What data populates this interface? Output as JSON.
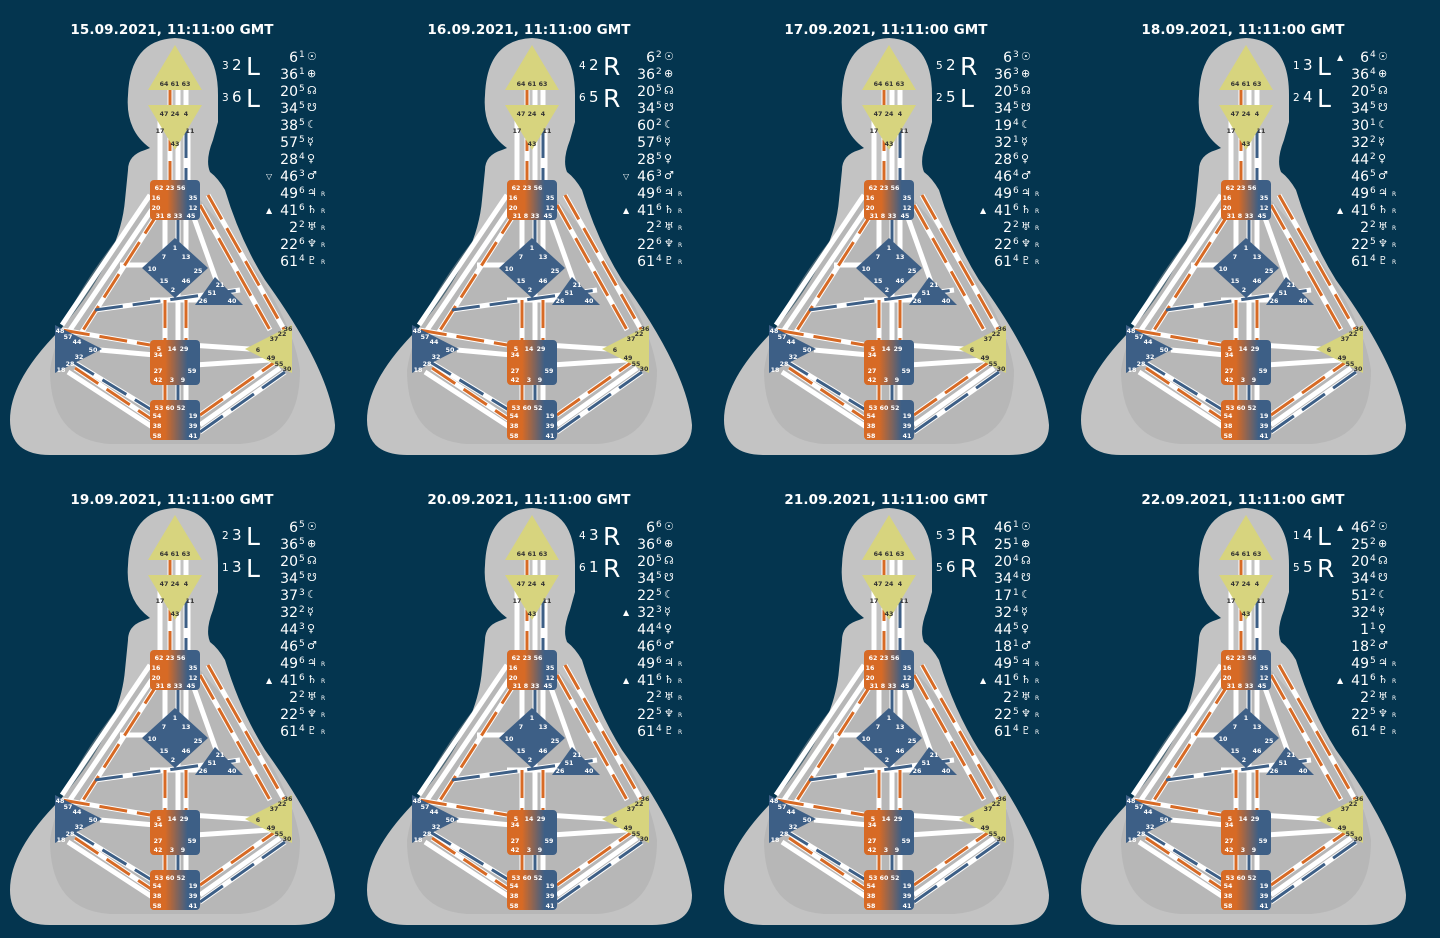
{
  "charts": [
    {
      "date": "15.09.2021, 11:11:00 GMT",
      "arrows": [
        {
          "small": "3",
          "line": "2",
          "dir": "L"
        },
        {
          "small": "3",
          "line": "6",
          "dir": "L"
        }
      ],
      "planets": [
        {
          "mark": "",
          "gate": "6",
          "line": "1",
          "sym": "☉",
          "retro": ""
        },
        {
          "mark": "",
          "gate": "36",
          "line": "1",
          "sym": "⊕",
          "retro": ""
        },
        {
          "mark": "",
          "gate": "20",
          "line": "5",
          "sym": "☊",
          "retro": ""
        },
        {
          "mark": "",
          "gate": "34",
          "line": "5",
          "sym": "☋",
          "retro": ""
        },
        {
          "mark": "",
          "gate": "38",
          "line": "5",
          "sym": "☾",
          "retro": ""
        },
        {
          "mark": "",
          "gate": "57",
          "line": "5",
          "sym": "☿",
          "retro": ""
        },
        {
          "mark": "",
          "gate": "28",
          "line": "4",
          "sym": "♀",
          "retro": ""
        },
        {
          "mark": "▽",
          "gate": "46",
          "line": "3",
          "sym": "♂",
          "retro": ""
        },
        {
          "mark": "",
          "gate": "49",
          "line": "6",
          "sym": "♃",
          "retro": "R"
        },
        {
          "mark": "▲",
          "gate": "41",
          "line": "6",
          "sym": "♄",
          "retro": "R"
        },
        {
          "mark": "",
          "gate": "2",
          "line": "2",
          "sym": "♅",
          "retro": "R"
        },
        {
          "mark": "",
          "gate": "22",
          "line": "6",
          "sym": "♆",
          "retro": "R"
        },
        {
          "mark": "",
          "gate": "61",
          "line": "4",
          "sym": "♇",
          "retro": "R"
        }
      ]
    },
    {
      "date": "16.09.2021, 11:11:00 GMT",
      "arrows": [
        {
          "small": "4",
          "line": "2",
          "dir": "R"
        },
        {
          "small": "6",
          "line": "5",
          "dir": "R"
        }
      ],
      "planets": [
        {
          "mark": "",
          "gate": "6",
          "line": "2",
          "sym": "☉",
          "retro": ""
        },
        {
          "mark": "",
          "gate": "36",
          "line": "2",
          "sym": "⊕",
          "retro": ""
        },
        {
          "mark": "",
          "gate": "20",
          "line": "5",
          "sym": "☊",
          "retro": ""
        },
        {
          "mark": "",
          "gate": "34",
          "line": "5",
          "sym": "☋",
          "retro": ""
        },
        {
          "mark": "",
          "gate": "60",
          "line": "2",
          "sym": "☾",
          "retro": ""
        },
        {
          "mark": "",
          "gate": "57",
          "line": "6",
          "sym": "☿",
          "retro": ""
        },
        {
          "mark": "",
          "gate": "28",
          "line": "5",
          "sym": "♀",
          "retro": ""
        },
        {
          "mark": "▽",
          "gate": "46",
          "line": "3",
          "sym": "♂",
          "retro": ""
        },
        {
          "mark": "",
          "gate": "49",
          "line": "6",
          "sym": "♃",
          "retro": "R"
        },
        {
          "mark": "▲",
          "gate": "41",
          "line": "6",
          "sym": "♄",
          "retro": "R"
        },
        {
          "mark": "",
          "gate": "2",
          "line": "2",
          "sym": "♅",
          "retro": "R"
        },
        {
          "mark": "",
          "gate": "22",
          "line": "6",
          "sym": "♆",
          "retro": "R"
        },
        {
          "mark": "",
          "gate": "61",
          "line": "4",
          "sym": "♇",
          "retro": "R"
        }
      ]
    },
    {
      "date": "17.09.2021, 11:11:00 GMT",
      "arrows": [
        {
          "small": "5",
          "line": "2",
          "dir": "R"
        },
        {
          "small": "2",
          "line": "5",
          "dir": "L"
        }
      ],
      "planets": [
        {
          "mark": "",
          "gate": "6",
          "line": "3",
          "sym": "☉",
          "retro": ""
        },
        {
          "mark": "",
          "gate": "36",
          "line": "3",
          "sym": "⊕",
          "retro": ""
        },
        {
          "mark": "",
          "gate": "20",
          "line": "5",
          "sym": "☊",
          "retro": ""
        },
        {
          "mark": "",
          "gate": "34",
          "line": "5",
          "sym": "☋",
          "retro": ""
        },
        {
          "mark": "",
          "gate": "19",
          "line": "4",
          "sym": "☾",
          "retro": ""
        },
        {
          "mark": "",
          "gate": "32",
          "line": "1",
          "sym": "☿",
          "retro": ""
        },
        {
          "mark": "",
          "gate": "28",
          "line": "6",
          "sym": "♀",
          "retro": ""
        },
        {
          "mark": "",
          "gate": "46",
          "line": "4",
          "sym": "♂",
          "retro": ""
        },
        {
          "mark": "",
          "gate": "49",
          "line": "6",
          "sym": "♃",
          "retro": "R"
        },
        {
          "mark": "▲",
          "gate": "41",
          "line": "6",
          "sym": "♄",
          "retro": "R"
        },
        {
          "mark": "",
          "gate": "2",
          "line": "2",
          "sym": "♅",
          "retro": "R"
        },
        {
          "mark": "",
          "gate": "22",
          "line": "6",
          "sym": "♆",
          "retro": "R"
        },
        {
          "mark": "",
          "gate": "61",
          "line": "4",
          "sym": "♇",
          "retro": "R"
        }
      ]
    },
    {
      "date": "18.09.2021, 11:11:00 GMT",
      "arrows": [
        {
          "small": "1",
          "line": "3",
          "dir": "L"
        },
        {
          "small": "2",
          "line": "4",
          "dir": "L"
        }
      ],
      "planets": [
        {
          "mark": "▲",
          "gate": "6",
          "line": "4",
          "sym": "☉",
          "retro": ""
        },
        {
          "mark": "",
          "gate": "36",
          "line": "4",
          "sym": "⊕",
          "retro": ""
        },
        {
          "mark": "",
          "gate": "20",
          "line": "5",
          "sym": "☊",
          "retro": ""
        },
        {
          "mark": "",
          "gate": "34",
          "line": "5",
          "sym": "☋",
          "retro": ""
        },
        {
          "mark": "",
          "gate": "30",
          "line": "1",
          "sym": "☾",
          "retro": ""
        },
        {
          "mark": "",
          "gate": "32",
          "line": "2",
          "sym": "☿",
          "retro": ""
        },
        {
          "mark": "",
          "gate": "44",
          "line": "2",
          "sym": "♀",
          "retro": ""
        },
        {
          "mark": "",
          "gate": "46",
          "line": "5",
          "sym": "♂",
          "retro": ""
        },
        {
          "mark": "",
          "gate": "49",
          "line": "6",
          "sym": "♃",
          "retro": "R"
        },
        {
          "mark": "▲",
          "gate": "41",
          "line": "6",
          "sym": "♄",
          "retro": "R"
        },
        {
          "mark": "",
          "gate": "2",
          "line": "2",
          "sym": "♅",
          "retro": "R"
        },
        {
          "mark": "",
          "gate": "22",
          "line": "5",
          "sym": "♆",
          "retro": "R"
        },
        {
          "mark": "",
          "gate": "61",
          "line": "4",
          "sym": "♇",
          "retro": "R"
        }
      ]
    },
    {
      "date": "19.09.2021, 11:11:00 GMT",
      "arrows": [
        {
          "small": "2",
          "line": "3",
          "dir": "L"
        },
        {
          "small": "1",
          "line": "3",
          "dir": "L"
        }
      ],
      "planets": [
        {
          "mark": "",
          "gate": "6",
          "line": "5",
          "sym": "☉",
          "retro": ""
        },
        {
          "mark": "",
          "gate": "36",
          "line": "5",
          "sym": "⊕",
          "retro": ""
        },
        {
          "mark": "",
          "gate": "20",
          "line": "5",
          "sym": "☊",
          "retro": ""
        },
        {
          "mark": "",
          "gate": "34",
          "line": "5",
          "sym": "☋",
          "retro": ""
        },
        {
          "mark": "",
          "gate": "37",
          "line": "3",
          "sym": "☾",
          "retro": ""
        },
        {
          "mark": "",
          "gate": "32",
          "line": "2",
          "sym": "☿",
          "retro": ""
        },
        {
          "mark": "",
          "gate": "44",
          "line": "3",
          "sym": "♀",
          "retro": ""
        },
        {
          "mark": "",
          "gate": "46",
          "line": "5",
          "sym": "♂",
          "retro": ""
        },
        {
          "mark": "",
          "gate": "49",
          "line": "6",
          "sym": "♃",
          "retro": "R"
        },
        {
          "mark": "▲",
          "gate": "41",
          "line": "6",
          "sym": "♄",
          "retro": "R"
        },
        {
          "mark": "",
          "gate": "2",
          "line": "2",
          "sym": "♅",
          "retro": "R"
        },
        {
          "mark": "",
          "gate": "22",
          "line": "5",
          "sym": "♆",
          "retro": "R"
        },
        {
          "mark": "",
          "gate": "61",
          "line": "4",
          "sym": "♇",
          "retro": "R"
        }
      ]
    },
    {
      "date": "20.09.2021, 11:11:00 GMT",
      "arrows": [
        {
          "small": "4",
          "line": "3",
          "dir": "R"
        },
        {
          "small": "6",
          "line": "1",
          "dir": "R"
        }
      ],
      "planets": [
        {
          "mark": "",
          "gate": "6",
          "line": "6",
          "sym": "☉",
          "retro": ""
        },
        {
          "mark": "",
          "gate": "36",
          "line": "6",
          "sym": "⊕",
          "retro": ""
        },
        {
          "mark": "",
          "gate": "20",
          "line": "5",
          "sym": "☊",
          "retro": ""
        },
        {
          "mark": "",
          "gate": "34",
          "line": "5",
          "sym": "☋",
          "retro": ""
        },
        {
          "mark": "",
          "gate": "22",
          "line": "5",
          "sym": "☾",
          "retro": ""
        },
        {
          "mark": "▲",
          "gate": "32",
          "line": "3",
          "sym": "☿",
          "retro": ""
        },
        {
          "mark": "",
          "gate": "44",
          "line": "4",
          "sym": "♀",
          "retro": ""
        },
        {
          "mark": "",
          "gate": "46",
          "line": "6",
          "sym": "♂",
          "retro": ""
        },
        {
          "mark": "",
          "gate": "49",
          "line": "6",
          "sym": "♃",
          "retro": "R"
        },
        {
          "mark": "▲",
          "gate": "41",
          "line": "6",
          "sym": "♄",
          "retro": "R"
        },
        {
          "mark": "",
          "gate": "2",
          "line": "2",
          "sym": "♅",
          "retro": "R"
        },
        {
          "mark": "",
          "gate": "22",
          "line": "5",
          "sym": "♆",
          "retro": "R"
        },
        {
          "mark": "",
          "gate": "61",
          "line": "4",
          "sym": "♇",
          "retro": "R"
        }
      ]
    },
    {
      "date": "21.09.2021, 11:11:00 GMT",
      "arrows": [
        {
          "small": "5",
          "line": "3",
          "dir": "R"
        },
        {
          "small": "5",
          "line": "6",
          "dir": "R"
        }
      ],
      "planets": [
        {
          "mark": "",
          "gate": "46",
          "line": "1",
          "sym": "☉",
          "retro": ""
        },
        {
          "mark": "",
          "gate": "25",
          "line": "1",
          "sym": "⊕",
          "retro": ""
        },
        {
          "mark": "",
          "gate": "20",
          "line": "4",
          "sym": "☊",
          "retro": ""
        },
        {
          "mark": "",
          "gate": "34",
          "line": "4",
          "sym": "☋",
          "retro": ""
        },
        {
          "mark": "",
          "gate": "17",
          "line": "1",
          "sym": "☾",
          "retro": ""
        },
        {
          "mark": "",
          "gate": "32",
          "line": "4",
          "sym": "☿",
          "retro": ""
        },
        {
          "mark": "",
          "gate": "44",
          "line": "5",
          "sym": "♀",
          "retro": ""
        },
        {
          "mark": "",
          "gate": "18",
          "line": "1",
          "sym": "♂",
          "retro": ""
        },
        {
          "mark": "",
          "gate": "49",
          "line": "5",
          "sym": "♃",
          "retro": "R"
        },
        {
          "mark": "▲",
          "gate": "41",
          "line": "6",
          "sym": "♄",
          "retro": "R"
        },
        {
          "mark": "",
          "gate": "2",
          "line": "2",
          "sym": "♅",
          "retro": "R"
        },
        {
          "mark": "",
          "gate": "22",
          "line": "5",
          "sym": "♆",
          "retro": "R"
        },
        {
          "mark": "",
          "gate": "61",
          "line": "4",
          "sym": "♇",
          "retro": "R"
        }
      ]
    },
    {
      "date": "22.09.2021, 11:11:00 GMT",
      "arrows": [
        {
          "small": "1",
          "line": "4",
          "dir": "L"
        },
        {
          "small": "5",
          "line": "5",
          "dir": "R"
        }
      ],
      "planets": [
        {
          "mark": "▲",
          "gate": "46",
          "line": "2",
          "sym": "☉",
          "retro": ""
        },
        {
          "mark": "",
          "gate": "25",
          "line": "2",
          "sym": "⊕",
          "retro": ""
        },
        {
          "mark": "",
          "gate": "20",
          "line": "4",
          "sym": "☊",
          "retro": ""
        },
        {
          "mark": "",
          "gate": "34",
          "line": "4",
          "sym": "☋",
          "retro": ""
        },
        {
          "mark": "",
          "gate": "51",
          "line": "2",
          "sym": "☾",
          "retro": ""
        },
        {
          "mark": "",
          "gate": "32",
          "line": "4",
          "sym": "☿",
          "retro": ""
        },
        {
          "mark": "",
          "gate": "1",
          "line": "1",
          "sym": "♀",
          "retro": ""
        },
        {
          "mark": "",
          "gate": "18",
          "line": "2",
          "sym": "♂",
          "retro": ""
        },
        {
          "mark": "",
          "gate": "49",
          "line": "5",
          "sym": "♃",
          "retro": "R"
        },
        {
          "mark": "▲",
          "gate": "41",
          "line": "6",
          "sym": "♄",
          "retro": "R"
        },
        {
          "mark": "",
          "gate": "2",
          "line": "2",
          "sym": "♅",
          "retro": "R"
        },
        {
          "mark": "",
          "gate": "22",
          "line": "5",
          "sym": "♆",
          "retro": "R"
        },
        {
          "mark": "",
          "gate": "61",
          "line": "4",
          "sym": "♇",
          "retro": "R"
        }
      ]
    }
  ],
  "gates": {
    "head": [
      "64",
      "61",
      "63"
    ],
    "ajna": [
      "47",
      "24",
      "4",
      "17",
      "11",
      "43"
    ],
    "throat": [
      "62",
      "23",
      "56",
      "16",
      "35",
      "20",
      "12",
      "31",
      "8",
      "33",
      "45"
    ],
    "g": [
      "1",
      "7",
      "13",
      "10",
      "25",
      "15",
      "2",
      "46"
    ],
    "heart": [
      "21",
      "51",
      "26",
      "40"
    ],
    "spleen": [
      "48",
      "57",
      "44",
      "50",
      "32",
      "28",
      "18"
    ],
    "sacral": [
      "5",
      "14",
      "29",
      "34",
      "27",
      "59",
      "42",
      "3",
      "9"
    ],
    "solar": [
      "36",
      "22",
      "37",
      "6",
      "49",
      "55",
      "30"
    ],
    "root": [
      "53",
      "60",
      "52",
      "54",
      "19",
      "38",
      "39",
      "58",
      "41"
    ]
  },
  "colors": {
    "background": "#04354f",
    "body": "#c3c3c3",
    "body_outer": "#a9a9a9",
    "defined_orange": "#d76a25",
    "defined_blue": "#3d5f86",
    "undefined_yellow": "#d7d47e",
    "channel_white": "#ffffff"
  }
}
